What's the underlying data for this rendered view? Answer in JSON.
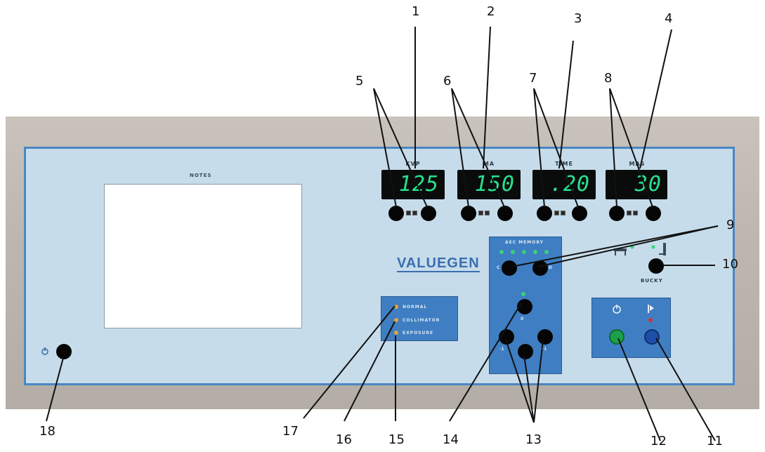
{
  "callouts": [
    "1",
    "2",
    "3",
    "4",
    "5",
    "6",
    "7",
    "8",
    "9",
    "10",
    "11",
    "12",
    "13",
    "14",
    "15",
    "16",
    "17",
    "18"
  ],
  "panel": {
    "notes_label": "NOTES",
    "brand": "VALUEGEN",
    "bucky_label": "BUCKY",
    "aec_label": "AEC MEMORY",
    "densities": [
      "-1",
      "0",
      "+1"
    ]
  },
  "displays": [
    {
      "label": "KVP",
      "value": "125"
    },
    {
      "label": "MA",
      "value": "150"
    },
    {
      "label": "TIME",
      "value": ".20"
    },
    {
      "label": "MAS",
      "value": "30"
    }
  ],
  "focal": {
    "items": [
      "NORMAL",
      "COLLIMATOR",
      "EXPOSURE"
    ]
  },
  "colors": {
    "panel_border": "#4a86c4",
    "panel_fill": "#c6dcea",
    "module_blue": "#3f7ec2",
    "display_digits": "#29e08c",
    "prep_button": "#1aa04a",
    "expose_button": "#1d4fa8"
  },
  "icons": [
    "power-icon",
    "prep-icon",
    "expose-icon",
    "table-bucky-icon",
    "wall-bucky-icon"
  ]
}
